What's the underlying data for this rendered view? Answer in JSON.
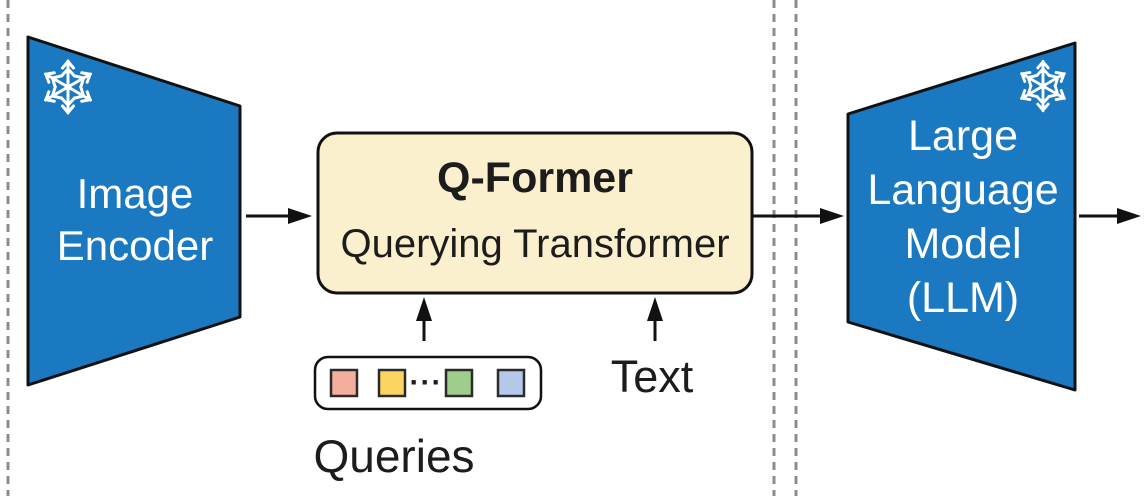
{
  "diagram": {
    "image_encoder": {
      "label_lines": [
        "Image",
        "Encoder"
      ],
      "fill": "#1A79C0"
    },
    "qformer": {
      "title": "Q-Former",
      "subtitle": "Querying Transformer",
      "fill": "#FBF0CE"
    },
    "llm": {
      "label_lines": [
        "Large",
        "Language",
        "Model",
        "(LLM)"
      ],
      "fill": "#1A79C0"
    },
    "queries": {
      "label": "Queries",
      "ellipsis": "···",
      "token_colors": [
        "#F4AE9C",
        "#FBD55F",
        "#9FCD8B",
        "#B6C8E9"
      ]
    },
    "text_input": {
      "label": "Text"
    },
    "icons": {
      "frozen": "snowflake"
    },
    "colors": {
      "module_blue": "#1A79C0",
      "qformer_cream": "#FBF0CE",
      "dashed_line": "#8C8C8C",
      "outline": "#111111",
      "token_border": "#2B2B2B"
    }
  }
}
